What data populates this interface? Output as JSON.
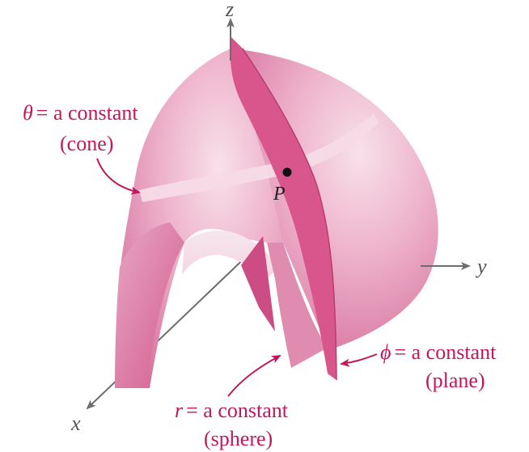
{
  "colors": {
    "axis": "#6d6d6d",
    "surface_light": "#f2c7d9",
    "surface_mid": "#e79ab9",
    "surface_dark": "#d36594",
    "plane": "#d9568c",
    "cone_band": "#f6dbe6",
    "label": "#c2185b",
    "point": "#111111"
  },
  "axes": {
    "x": "x",
    "y": "y",
    "z": "z"
  },
  "point": {
    "label": "P"
  },
  "labels": {
    "theta": {
      "var": "θ",
      "line1": "= a constant",
      "line2": "(cone)"
    },
    "phi": {
      "var": "ϕ",
      "line1": "= a constant",
      "line2": "(plane)"
    },
    "r": {
      "var": "r",
      "line1": "= a constant",
      "line2": "(sphere)"
    }
  }
}
